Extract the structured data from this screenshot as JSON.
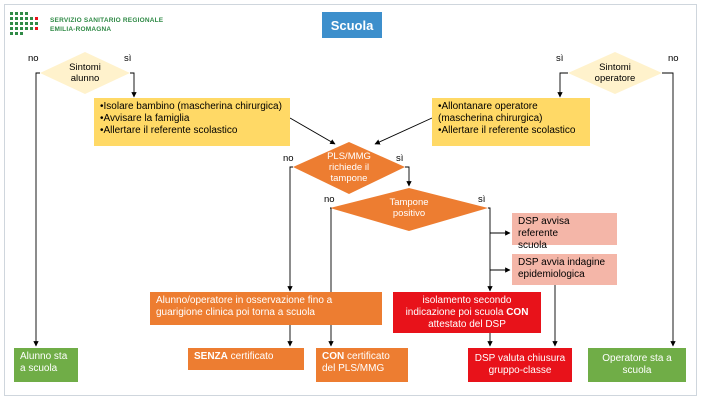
{
  "header": {
    "org_line1": "SERVIZIO SANITARIO REGIONALE",
    "org_line2": "EMILIA-ROMAGNA",
    "title": "Scuola"
  },
  "labels": {
    "no": "no",
    "si": "sì"
  },
  "decisions": {
    "sintomi_alunno": [
      "Sintomi",
      "alunno"
    ],
    "sintomi_operatore": [
      "Sintomi",
      "operatore"
    ],
    "pls_mmg": [
      "PLS/MMG",
      "richiede il",
      "tampone"
    ],
    "tampone": [
      "Tampone",
      "positivo"
    ]
  },
  "boxes": {
    "isolare": [
      "•Isolare bambino (mascherina chirurgica)",
      "•Avvisare la famiglia",
      "•Allertare il referente scolastico"
    ],
    "allontanare": [
      "•Allontanare operatore",
      "(mascherina chirurgica)",
      "•Allertare il referente scolastico"
    ],
    "osservazione": [
      "Alunno/operatore in osservazione fino a",
      "guarigione clinica poi torna a scuola"
    ],
    "dsp_avvisa": [
      "DSP avvisa referente",
      "scuola"
    ],
    "dsp_indagine": [
      "DSP avvia indagine",
      "epidemiologica"
    ],
    "isolamento": {
      "line1": "isolamento secondo",
      "line2_pre": "indicazione poi scuola ",
      "line2_bold": "CON",
      "line3": "attestato del DSP"
    },
    "senza": {
      "bold": "SENZA",
      "rest": " certificato"
    },
    "con": {
      "bold": "CON",
      "rest": " certificato",
      "line2": "del PLS/MMG"
    },
    "alunno_scuola": [
      "Alunno sta",
      "a scuola"
    ],
    "dsp_chiusura": [
      "DSP valuta chiusura",
      "gruppo-classe"
    ],
    "operatore_scuola": [
      "Operatore sta a",
      "scuola"
    ]
  },
  "colors": {
    "blue": "#3d8fcc",
    "yellow": "#ffd966",
    "orange": "#ed7d31",
    "pink": "#f4b6a8",
    "red": "#e8121a",
    "green": "#70ad47",
    "logo_green": "#2f8a46"
  }
}
